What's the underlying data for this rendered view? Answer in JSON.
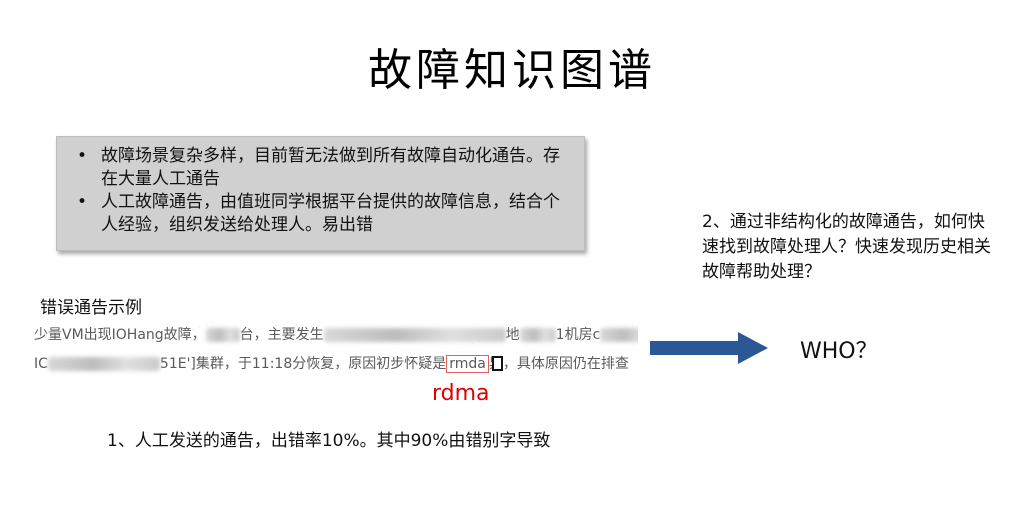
{
  "title": "故障知识图谱",
  "bullets": [
    {
      "marker": "•",
      "text": "故障场景复杂多样，目前暂无法做到所有故障自动化通告。存在大量人工通告"
    },
    {
      "marker": "•",
      "text": "人工故障通告，由值班同学根据平台提供的故障信息，结合个人经验，组织发送给处理人。易出错"
    }
  ],
  "side_question": "2、通过非结构化的故障通告，如何快速找到故障处理人？快速发现历史相关故障帮助处理？",
  "example": {
    "label": "错误通告示例",
    "line1_a": "少量VM出现IOHang故障，",
    "line1_b": "台，主要发生",
    "line1_c": "地",
    "line1_d": "1机房c",
    "line2_a": "IC",
    "line2_b": "51E']集群，于11:18分恢复，原因初步怀疑是",
    "line2_hl": "rmda",
    "line2_c": "异",
    "line2_d": "，具体原因仍在排查"
  },
  "correction": "rdma",
  "arrow_color": "#2b5797",
  "who": "WHO？",
  "note": "1、人工发送的通告，出错率10%。其中90%由错别字导致",
  "icons": {
    "cursor": "text-cursor-icon",
    "arrow": "right-arrow-icon",
    "bullet": "bullet-dot"
  }
}
